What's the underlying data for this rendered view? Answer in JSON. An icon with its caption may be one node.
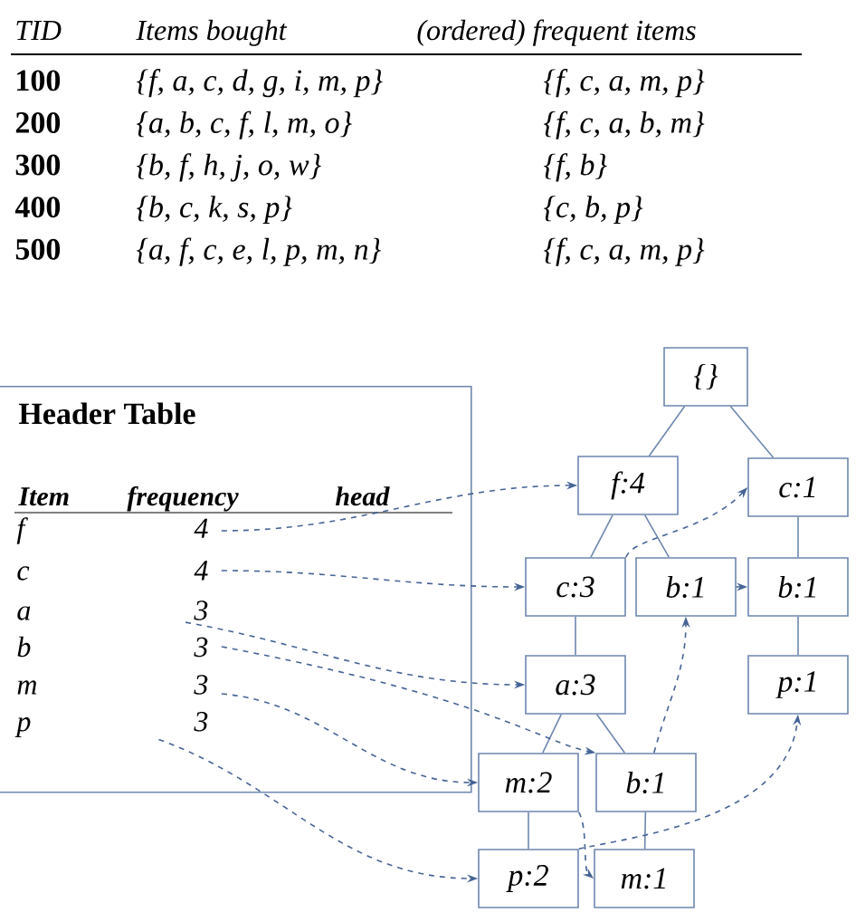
{
  "diagram": {
    "nodes": [
      {
        "text": [
          "Header Table",
          "Item",
          "frequency",
          "head"
        ]
      },
      {
        "text": [
          "f",
          "4"
        ],
        "in": 0
      },
      {
        "text": [
          "c",
          "4"
        ],
        "in": 0
      },
      {
        "text": [
          "a",
          "3"
        ],
        "in": 0
      },
      {
        "text": [
          "b",
          "3"
        ],
        "in": 0
      },
      {
        "text": [
          "m",
          "3"
        ],
        "in": 0
      },
      {
        "text": [
          "p",
          "3"
        ],
        "in": 0
      },
      {
        "text": [
          "{}"
        ]
      },
      {
        "text": [
          "f:4"
        ]
      },
      {
        "text": [
          "c:1"
        ]
      },
      {
        "text": [
          "c:3"
        ]
      },
      {
        "text": [
          "b:1"
        ]
      },
      {
        "text": [
          "b:1"
        ]
      },
      {
        "text": [
          "a:3"
        ]
      },
      {
        "text": [
          "p:1"
        ]
      },
      {
        "text": [
          "m:2"
        ]
      },
      {
        "text": [
          "b:1"
        ]
      },
      {
        "text": [
          "p:2"
        ]
      },
      {
        "text": [
          "m:1"
        ]
      }
    ],
    "edges": [
      {
        "from": 7,
        "to": 8,
        "arrow": "none"
      },
      {
        "from": 7,
        "to": 9,
        "arrow": "none"
      },
      {
        "from": 8,
        "to": 10,
        "arrow": "none"
      },
      {
        "from": 8,
        "to": 11,
        "arrow": "none"
      },
      {
        "from": 9,
        "to": 12,
        "arrow": "none"
      },
      {
        "from": 10,
        "to": 13,
        "arrow": "none"
      },
      {
        "from": 12,
        "to": 14,
        "arrow": "none"
      },
      {
        "from": 13,
        "to": 15,
        "arrow": "none"
      },
      {
        "from": 13,
        "to": 16,
        "arrow": "none"
      },
      {
        "from": 15,
        "to": 17,
        "arrow": "none"
      },
      {
        "from": 16,
        "to": 18,
        "arrow": "none"
      },
      {
        "from": 1,
        "to": 8,
        "arrow": "to",
        "style": "dashed"
      },
      {
        "from": 2,
        "to": 10,
        "arrow": "to",
        "style": "dashed"
      },
      {
        "from": 10,
        "to": 9,
        "arrow": "to",
        "style": "dashed"
      },
      {
        "from": 3,
        "to": 13,
        "arrow": "to",
        "style": "dashed"
      },
      {
        "from": 4,
        "to": 16,
        "arrow": "to",
        "style": "dashed"
      },
      {
        "from": 5,
        "to": 15,
        "arrow": "to",
        "style": "dashed"
      },
      {
        "from": 6,
        "to": 17,
        "arrow": "to",
        "style": "dashed"
      },
      {
        "from": 16,
        "to": 11,
        "arrow": "to",
        "style": "dashed"
      },
      {
        "from": 11,
        "to": 12,
        "arrow": "to",
        "style": "dashed"
      },
      {
        "from": 15,
        "to": 18,
        "arrow": "to",
        "style": "dashed"
      },
      {
        "from": 17,
        "to": 14,
        "arrow": "to",
        "style": "dashed"
      }
    ],
    "labels": [
      "TID",
      "Items bought",
      "(ordered) frequent items",
      "100",
      "{f, a, c, d, g, i, m, p}",
      "{f, c, a, m, p}",
      "200",
      "{a, b, c, f, l, m, o}",
      "{f, c, a, b, m}",
      "300",
      "{b, f, h, j, o, w}",
      "{f, b}",
      "400",
      "{b, c, k, s, p}",
      "{c, b, p}",
      "500",
      "{a, f, c, e, l, p, m, n}",
      "{f, c, a, m, p}"
    ]
  }
}
